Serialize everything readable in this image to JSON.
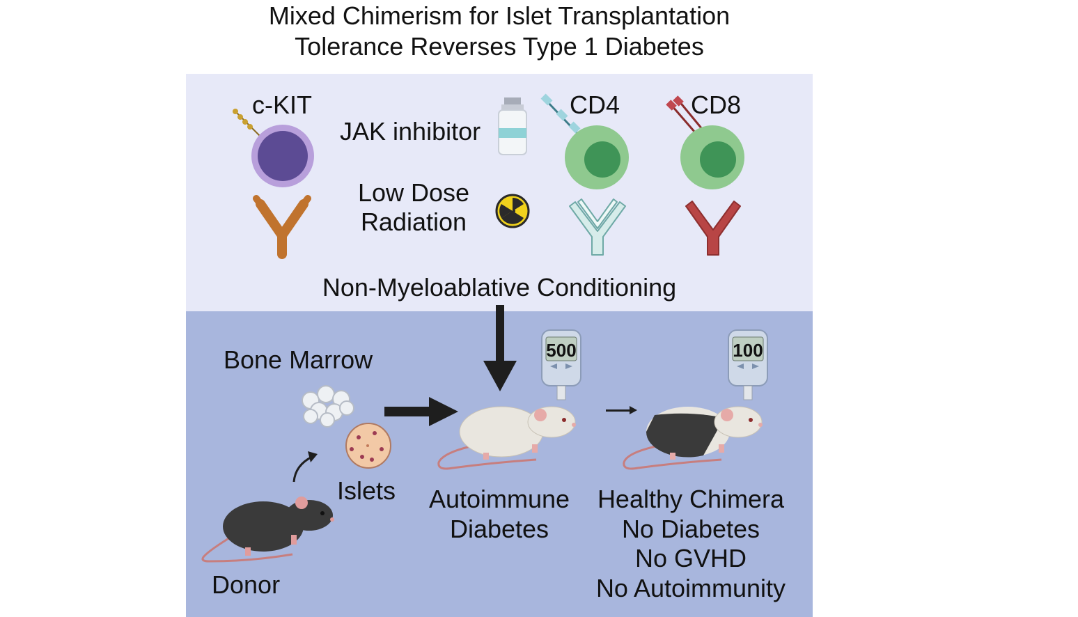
{
  "title": {
    "line1": "Mixed Chimerism for Islet Transplantation",
    "line2": "Tolerance Reverses Type 1 Diabetes"
  },
  "conditioning": {
    "ckit_label": "c-KIT",
    "jak_label": "JAK inhibitor",
    "radiation_label_line1": "Low Dose",
    "radiation_label_line2": "Radiation",
    "cd4_label": "CD4",
    "cd8_label": "CD8",
    "heading": "Non-Myeloablative Conditioning"
  },
  "transplant": {
    "bone_marrow_label": "Bone Marrow",
    "islets_label": "Islets",
    "donor_label": "Donor",
    "recipient_label_line1": "Autoimmune",
    "recipient_label_line2": "Diabetes",
    "glucose_before": "500",
    "glucose_after": "100",
    "outcome_line1": "Healthy Chimera",
    "outcome_line2": "No Diabetes",
    "outcome_line3": "No GVHD",
    "outcome_line4": "No Autoimmunity"
  },
  "colors": {
    "panel_top": "#e7e9f8",
    "panel_bottom": "#a8b6dd",
    "ckit_cell": "#5c4b94",
    "t_cell": "#8fc98f",
    "ckit_antibody": "#c0732e",
    "cd4_antibody": "#d6ecea",
    "cd8_antibody": "#b84545"
  }
}
